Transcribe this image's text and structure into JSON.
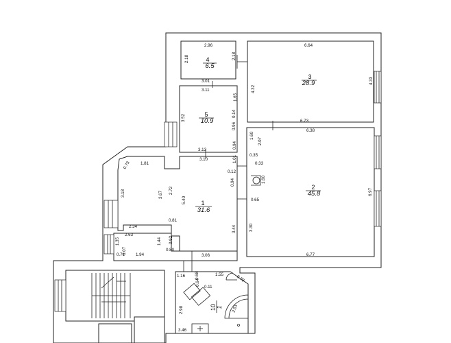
{
  "rooms": [
    {
      "id": "4",
      "number": "4",
      "area": "6.5"
    },
    {
      "id": "3",
      "number": "3",
      "area": "28.9"
    },
    {
      "id": "5",
      "number": "5",
      "area": "10.9"
    },
    {
      "id": "2",
      "number": "2",
      "area": "45.8"
    },
    {
      "id": "1",
      "number": "1",
      "area": "31.6"
    },
    {
      "id": "10",
      "number": "10",
      "area": "1"
    }
  ],
  "dimensions": {
    "d296": "2.96",
    "d218a": "2.18",
    "d218b": "2.18",
    "d664": "6.64",
    "d301": "3.01",
    "d311": "3.11",
    "d432": "4.32",
    "d433": "4.33",
    "d165": "1.65",
    "d014": "0.14",
    "d352": "3.52",
    "d096": "0.96",
    "d673": "6.73",
    "d638": "6.38",
    "d160a": "1.60",
    "d207": "2.07",
    "d313": "3.13",
    "d094a": "0.94",
    "d310": "3.10",
    "d101": "1.01",
    "d035": "0.35",
    "d033": "0.33",
    "d073": "0.73",
    "d181": "1.81",
    "d012": "0.12",
    "d160b": "1.60",
    "d094b": "0.94",
    "d318": "3.18",
    "d367": "3.67",
    "d272": "2.72",
    "d540": "5.40",
    "d065": "0.65",
    "d697": "6.97",
    "d330": "3.30",
    "d081": "0.81",
    "d234": "2.34",
    "d344": "3.44",
    "d263": "2.63",
    "d135": "1.35",
    "d144": "1.44",
    "d092": "0.92",
    "d007": "0.07",
    "d071": "0.71",
    "d194": "1.94",
    "d080": "0.80",
    "d306": "3.06",
    "d677": "6.77",
    "d116": "1.16",
    "d068": "0.68",
    "d155": "1.55",
    "d078": "0.78",
    "d064": "0.64",
    "d011": "0.11",
    "d298": "2.98",
    "d251": "2.51",
    "d346": "3.46"
  }
}
